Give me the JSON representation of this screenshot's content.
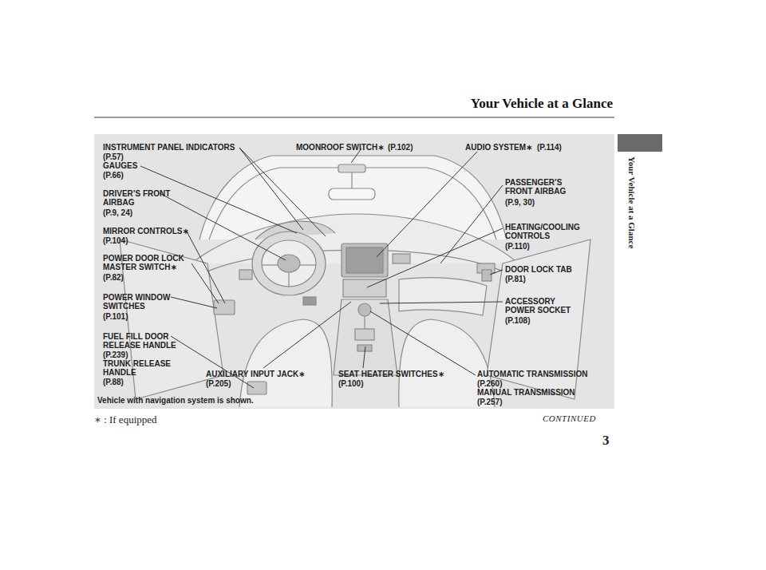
{
  "diagram": {
    "title": "Your Vehicle at a Glance",
    "caption": "Vehicle with navigation system is shown.",
    "labels": [
      "INSTRUMENT PANEL INDICATORS",
      "(P.57)",
      "GAUGES",
      "(P.66)",
      "DRIVER’S FRONT AIRBAG",
      "(P.9, 24)",
      "MIRROR CONTROLS∗",
      "(P.104)",
      "POWER DOOR LOCK MASTER SWITCH∗",
      "(P.82)",
      "POWER WINDOW SWITCHES",
      "(P.101)",
      "FUEL FILL DOOR RELEASE HANDLE",
      "(P.239)",
      "TRUNK RELEASE HANDLE",
      "(P.88)",
      "MOONROOF SWITCH∗",
      "(P.102)",
      "AUDIO SYSTEM∗",
      "(P.114)",
      "PASSENGER’S FRONT AIRBAG",
      "(P.9, 30)",
      "HEATING/COOLING CONTROLS",
      "(P.110)",
      "DOOR LOCK TAB",
      "(P.81)",
      "ACCESSORY POWER SOCKET",
      "(P.108)",
      "AUXILIARY INPUT JACK∗",
      "(P.205)",
      "SEAT HEATER SWITCHES∗",
      "(P.100)",
      "AUTOMATIC TRANSMISSION",
      "(P.260)",
      "MANUAL TRANSMISSION",
      "(P.257)",
      "∗ : If equipped",
      "CONTINUED",
      "3",
      "Your Vehicle at a Glance"
    ]
  }
}
